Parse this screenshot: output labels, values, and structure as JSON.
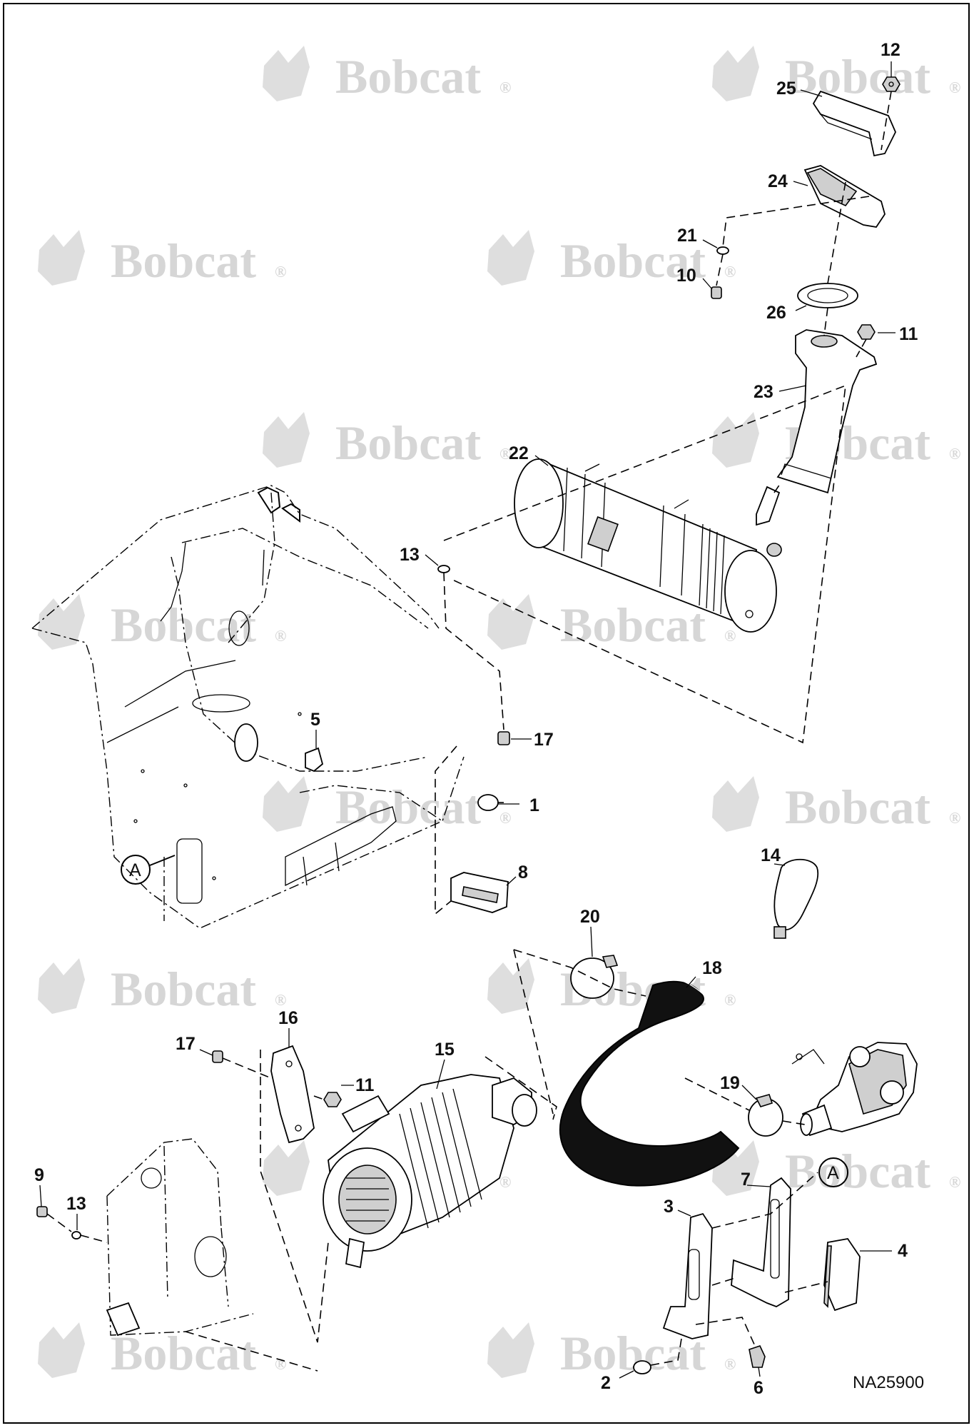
{
  "watermark": {
    "brand": "Bobcat",
    "mark": "®"
  },
  "drawing_number": "NA25900",
  "reference_mark": "A",
  "callouts": [
    "1",
    "2",
    "3",
    "4",
    "5",
    "6",
    "7",
    "8",
    "9",
    "10",
    "11",
    "11",
    "12",
    "13",
    "13",
    "14",
    "15",
    "16",
    "17",
    "17",
    "18",
    "19",
    "20",
    "21",
    "22",
    "23",
    "24",
    "25",
    "26"
  ]
}
